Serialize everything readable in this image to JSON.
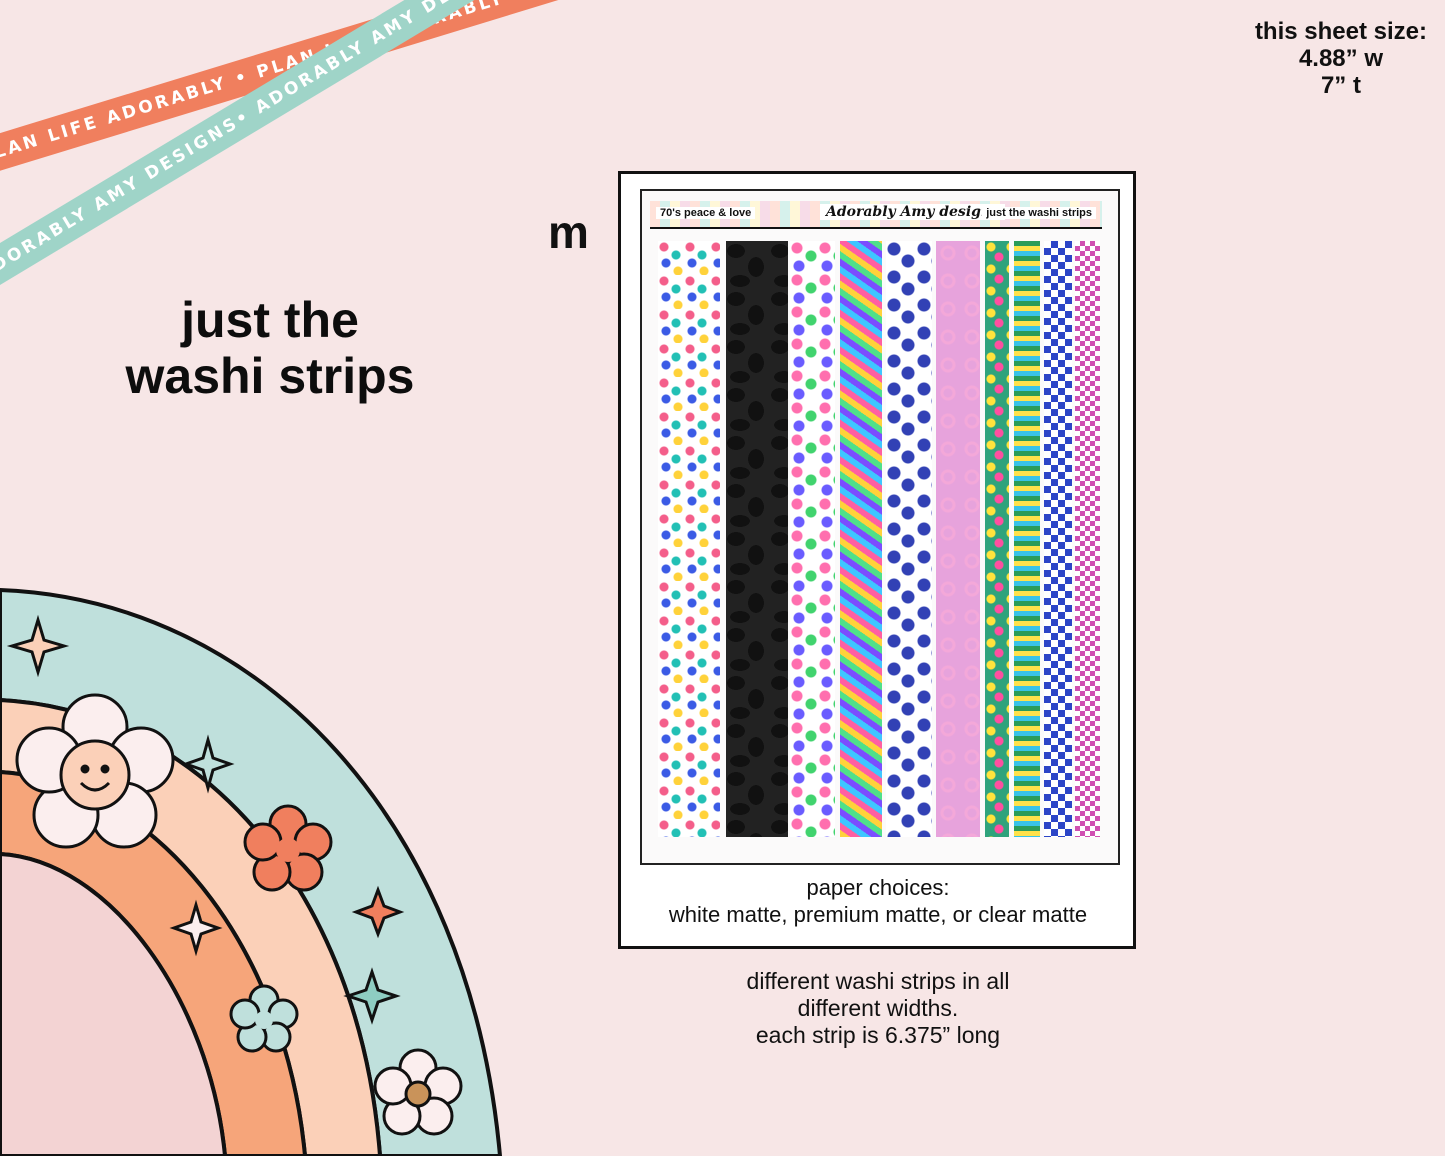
{
  "ribbons": {
    "orange_text": "PLAN LIFE ADORABLY • PLAN LIFE ADORABLY • PLAN LIFE ADORABLY",
    "teal_text": "ADORABLY AMY DESIGNS• ADORABLY AMY DESIGNS• ADORABLY AMY DESIGNS•"
  },
  "sheet_size": {
    "label": "this sheet size:",
    "width": "4.88” w",
    "height": "7” t"
  },
  "title": {
    "line1": "just the",
    "line2": "washi strips"
  },
  "size_letter": "m",
  "sheet": {
    "header_left": "70's peace & love",
    "header_logo": "Adorably Amy designs",
    "header_right": "just the washi strips"
  },
  "paper_choices": {
    "label": "paper choices:",
    "options": "white matte, premium matte, or clear matte"
  },
  "description": {
    "line1": "different washi strips in all",
    "line2": "different widths.",
    "line3": "each strip is 6.375” long"
  },
  "colors": {
    "background": "#f7e6e6",
    "ribbon_orange": "#f07f5e",
    "ribbon_teal": "#9fd4c8",
    "rainbow_outer": "#bfe0dc",
    "rainbow_peach": "#fbd0b8",
    "rainbow_orange": "#f6a57a",
    "rainbow_inner": "#f3d3d3"
  }
}
